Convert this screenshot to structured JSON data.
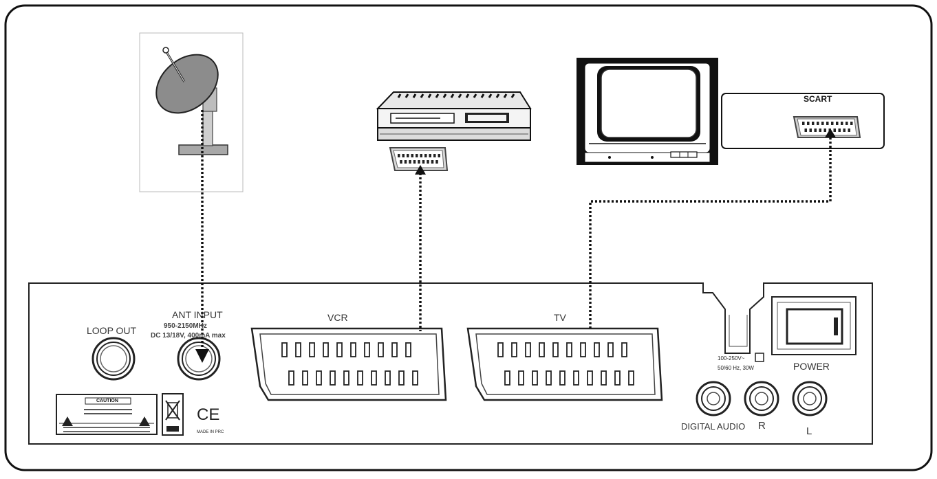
{
  "labels": {
    "scart": "SCART",
    "loop_out": "LOOP OUT",
    "ant_input": "ANT INPUT",
    "ant_spec_1": "950-2150MHz",
    "ant_spec_2": "DC 13/18V, 400mA max",
    "vcr": "VCR",
    "tv": "TV",
    "voltage_1": "100-250V~",
    "voltage_2": "50/60 Hz, 30W",
    "power": "POWER",
    "digital_audio": "DIGITAL AUDIO",
    "audio_r": "R",
    "audio_l": "L",
    "caution": "CAUTION",
    "ce_mark": "CE",
    "made_in_prc": "MADE IN PRC"
  },
  "colors": {
    "dish": "#8c8c8c",
    "outline": "#222222",
    "panel_fill": "#ffffff",
    "dotted_line": "#111111"
  }
}
